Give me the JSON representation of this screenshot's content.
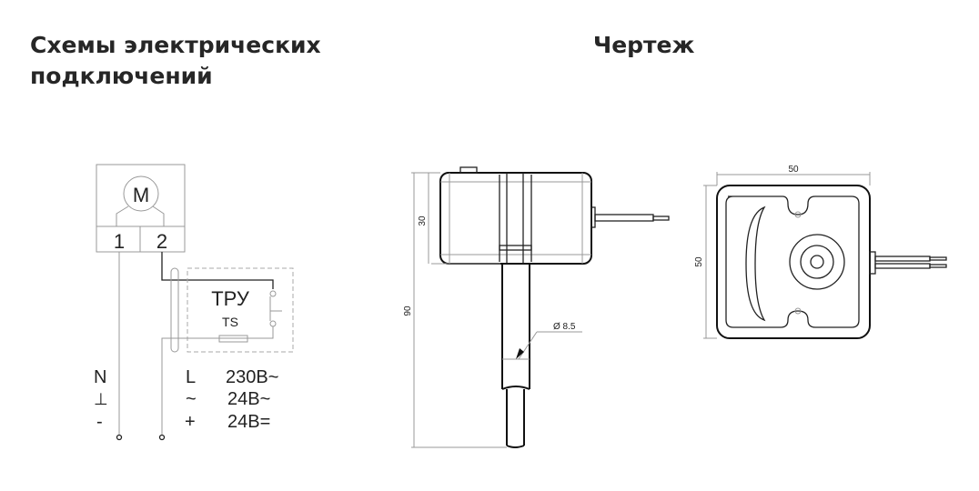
{
  "headings": {
    "wiring": "Схемы электрических подключений",
    "drawing": "Чертеж"
  },
  "wiring_diagram": {
    "motor_label": "M",
    "terminals": [
      "1",
      "2"
    ],
    "device_label": "ТРУ",
    "device_sublabel": "TS",
    "rows": [
      {
        "left": "N",
        "mid": "L",
        "voltage": "230В~"
      },
      {
        "left": "⊥",
        "mid": "~",
        "voltage": "24В~"
      },
      {
        "left": "-",
        "mid": "+",
        "voltage": "24В="
      }
    ]
  },
  "drawing": {
    "side_view": {
      "height_body": "30",
      "height_total": "90",
      "diameter": "Ø 8.5"
    },
    "top_view": {
      "width": "50",
      "height": "50"
    }
  }
}
